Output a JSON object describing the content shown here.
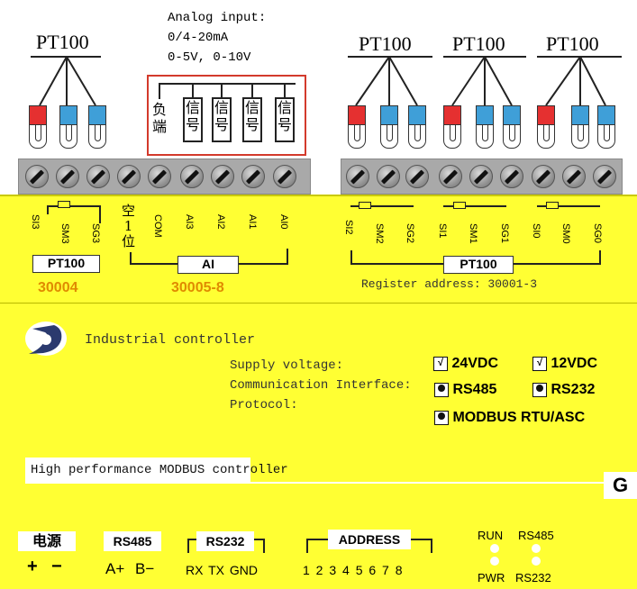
{
  "top": {
    "pt100_left": "PT100",
    "analog_title": "Analog input:",
    "analog_line1": "0/4-20mA",
    "analog_line2": "0-5V, 0-10V",
    "neg_char1": "负",
    "neg_char2": "端",
    "signal_char1": "信",
    "signal_char2": "号",
    "pt100_right1": "PT100",
    "pt100_right2": "PT100",
    "pt100_right3": "PT100"
  },
  "terminals": {
    "left": [
      "SI3",
      "SM3",
      "SG3"
    ],
    "empty_char1": "空",
    "empty_char2": "1",
    "empty_char3": "位",
    "ai": [
      "COM",
      "AI3",
      "AI2",
      "AI1",
      "AI0"
    ],
    "right": [
      "SI2",
      "SM2",
      "SG2",
      "SI1",
      "SM1",
      "SG1",
      "SI0",
      "SM0",
      "SG0"
    ]
  },
  "labels": {
    "pt100_left_box": "PT100",
    "ai_box": "AI",
    "pt100_right_box": "PT100",
    "reg_left": "30004",
    "reg_ai": "30005-8",
    "register_address": "Register address: 30001-3"
  },
  "controller": {
    "title": "Industrial controller",
    "supply_voltage": "Supply voltage:",
    "comm_interface": "Communication Interface:",
    "protocol": "Protocol:",
    "opt_24vdc": "24VDC",
    "opt_12vdc": "12VDC",
    "opt_rs485": "RS485",
    "opt_rs232": "RS232",
    "opt_modbus": "MODBUS RTU/ASC",
    "check_mark": "√",
    "banner": "High performance MODBUS controller",
    "g_badge": "G"
  },
  "bottom": {
    "power_label": "电源",
    "power_plus": "+",
    "power_minus": "−",
    "rs485_label": "RS485",
    "rs485_a": "A+",
    "rs485_b": "B−",
    "rs232_label": "RS232",
    "rs232_pins": "RX TX GND",
    "address_label": "ADDRESS",
    "address_pins": "1 2 3 4 5 6 7 8",
    "led_run": "RUN",
    "led_rs485": "RS485",
    "led_pwr": "PWR",
    "led_rs232": "RS232"
  },
  "colors": {
    "panel": "#ffff33",
    "accent_orange": "#e08a00",
    "lug_red": "#e53030",
    "lug_blue": "#3f9fd8",
    "analog_box_border": "#d33a2c"
  }
}
